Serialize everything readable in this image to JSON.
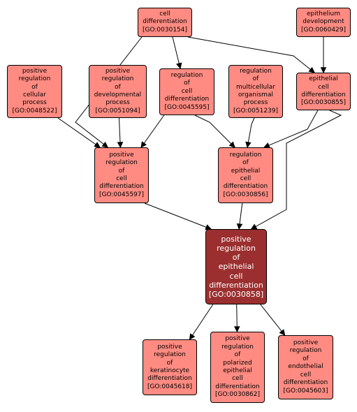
{
  "graph": {
    "nodes": {
      "go0030154": {
        "label": "cell\ndifferentiation\n[GO:0030154]"
      },
      "go0060429": {
        "label": "epithelium\ndevelopment\n[GO:0060429]"
      },
      "go0048522": {
        "label": "positive\nregulation\nof\ncellular\nprocess\n[GO:0048522]"
      },
      "go0051094": {
        "label": "positive\nregulation\nof\ndevelopmental\nprocess\n[GO:0051094]"
      },
      "go0045595": {
        "label": "regulation\nof\ncell\ndifferentiation\n[GO:0045595]"
      },
      "go0051239": {
        "label": "regulation\nof\nmulticellular\norganismal\nprocess\n[GO:0051239]"
      },
      "go0030855": {
        "label": "epithelial\ncell\ndifferentiation\n[GO:0030855]"
      },
      "go0045597": {
        "label": "positive\nregulation\nof\ncell\ndifferentiation\n[GO:0045597]"
      },
      "go0030856": {
        "label": "regulation\nof\nepithelial\ncell\ndifferentiation\n[GO:0030856]"
      },
      "go0030858": {
        "label": "positive\nregulation\nof\nepithelial\ncell\ndifferentiation\n[GO:0030858]"
      },
      "go0045618": {
        "label": "positive\nregulation\nof\nkeratinocyte\ndifferentiation\n[GO:0045618]"
      },
      "go0030862": {
        "label": "positive\nregulation\nof\npolarized\nepithelial\ncell\ndifferentiation\n[GO:0030862]"
      },
      "go0045603": {
        "label": "positive\nregulation\nof\nendothelial\ncell\ndifferentiation\n[GO:0045603]"
      }
    },
    "edges": [
      {
        "from": "go0030154",
        "to": "go0045597"
      },
      {
        "from": "go0030154",
        "to": "go0045595"
      },
      {
        "from": "go0030154",
        "to": "go0030855"
      },
      {
        "from": "go0060429",
        "to": "go0030855"
      },
      {
        "from": "go0048522",
        "to": "go0045597"
      },
      {
        "from": "go0051094",
        "to": "go0045597"
      },
      {
        "from": "go0045595",
        "to": "go0045597"
      },
      {
        "from": "go0045595",
        "to": "go0030856"
      },
      {
        "from": "go0051239",
        "to": "go0030856"
      },
      {
        "from": "go0030855",
        "to": "go0030856"
      },
      {
        "from": "go0030855",
        "to": "go0030858"
      },
      {
        "from": "go0045597",
        "to": "go0030858"
      },
      {
        "from": "go0030856",
        "to": "go0030858"
      },
      {
        "from": "go0030858",
        "to": "go0045618"
      },
      {
        "from": "go0030858",
        "to": "go0030862"
      },
      {
        "from": "go0030858",
        "to": "go0045603"
      }
    ],
    "colors": {
      "node_fill": "#ff8b82",
      "focus_fill": "#9b2f2f",
      "focus_text": "#ffffff",
      "edge": "#000000"
    }
  }
}
